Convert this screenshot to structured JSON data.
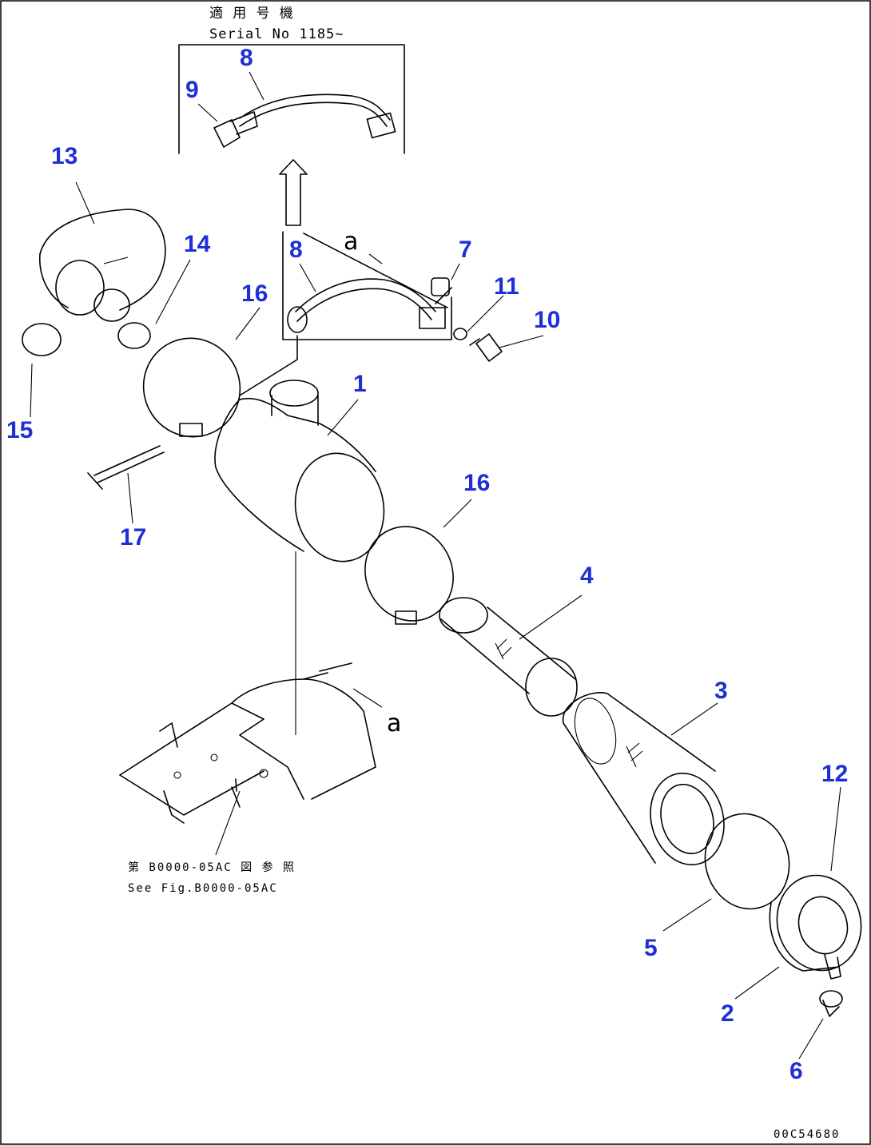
{
  "serial_box": {
    "line_jp": "適 用 号 機",
    "line_en": "Serial No 1185~"
  },
  "view_marker": "a",
  "see_fig": {
    "line_jp": "第 B0000-05AC 図 参 照",
    "line_en": "See Fig.B0000-05AC"
  },
  "drawing_code": "00C54680",
  "callouts": {
    "c1": "1",
    "c2": "2",
    "c3": "3",
    "c4": "4",
    "c5": "5",
    "c6": "6",
    "c7": "7",
    "c8_top": "8",
    "c8_mid": "8",
    "c9": "9",
    "c10": "10",
    "c11": "11",
    "c12": "12",
    "c13": "13",
    "c14": "14",
    "c15": "15",
    "c16_upper": "16",
    "c16_lower": "16",
    "c17": "17"
  },
  "colors": {
    "callout": "#1f2fd6",
    "line": "#000000"
  }
}
